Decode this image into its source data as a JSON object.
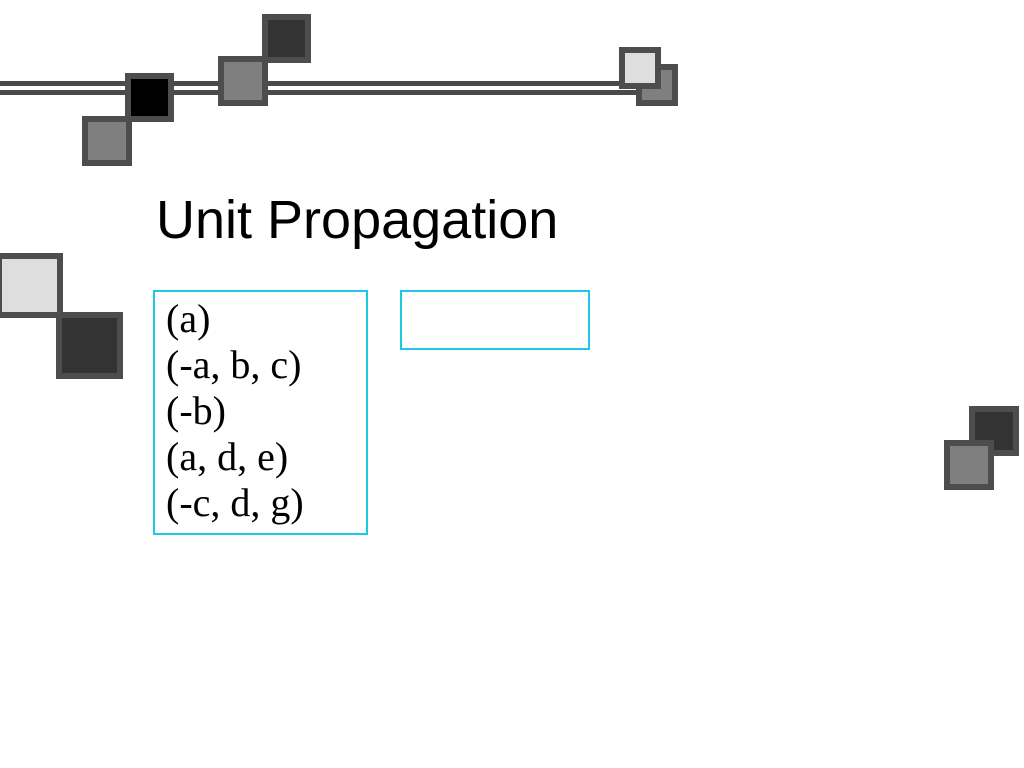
{
  "slide": {
    "title": "Unit Propagation",
    "clauses": [
      "(a)",
      "(-a, b, c)",
      "(-b)",
      "(a, d, e)",
      "(-c, d, g)"
    ],
    "result_box_text": ""
  },
  "colors": {
    "box_border": "#1ec8e8",
    "square_border": "#4d4d4d",
    "square_light": "#dedede",
    "square_mid": "#7f7f7f",
    "square_dark": "#333333",
    "square_black": "#000000"
  }
}
